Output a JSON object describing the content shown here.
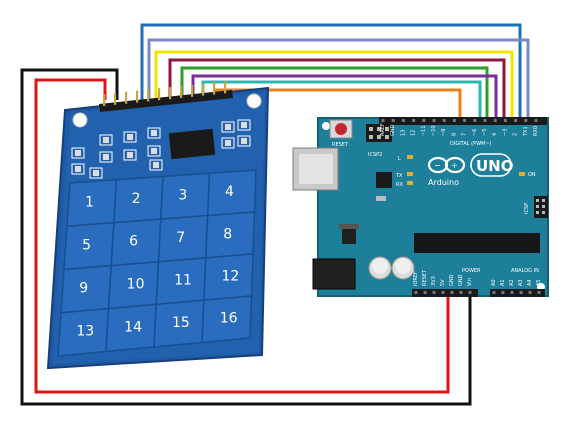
{
  "keypad": {
    "pads": [
      "1",
      "2",
      "3",
      "4",
      "5",
      "6",
      "7",
      "8",
      "9",
      "10",
      "11",
      "12",
      "13",
      "14",
      "15",
      "16"
    ]
  },
  "arduino": {
    "reset_label": "RESET",
    "icsp_label": "ICSP2",
    "digital_label": "DIGITAL (PWM~)",
    "uno_label": "UNO",
    "brand_label": "Arduino",
    "power_label": "POWER",
    "analog_label": "ANALOG IN",
    "led_l": "L",
    "led_tx": "TX",
    "led_rx": "RX",
    "on_label": "ON",
    "icsp_side": "ICSP",
    "digital_pins": [
      "AREF",
      "GND",
      "13",
      "12",
      "~11",
      "~10",
      "~9",
      "8",
      "7",
      "~6",
      "~5",
      "4",
      "~3",
      "2",
      "TX1",
      "RX0"
    ],
    "power_pins": [
      "IOREF",
      "RESET",
      "3V3",
      "5V",
      "GND",
      "GND",
      "Vin"
    ],
    "analog_pins": [
      "A0",
      "A1",
      "A2",
      "A3",
      "A4",
      "A5"
    ]
  },
  "wires": {
    "colors": [
      "#1e6fb8",
      "#7a88c8",
      "#f2e600",
      "#8b1a3a",
      "#2d9e2d",
      "#7a2c9e",
      "#2fb5ad",
      "#e8821e",
      "#e01515",
      "#111111"
    ]
  }
}
